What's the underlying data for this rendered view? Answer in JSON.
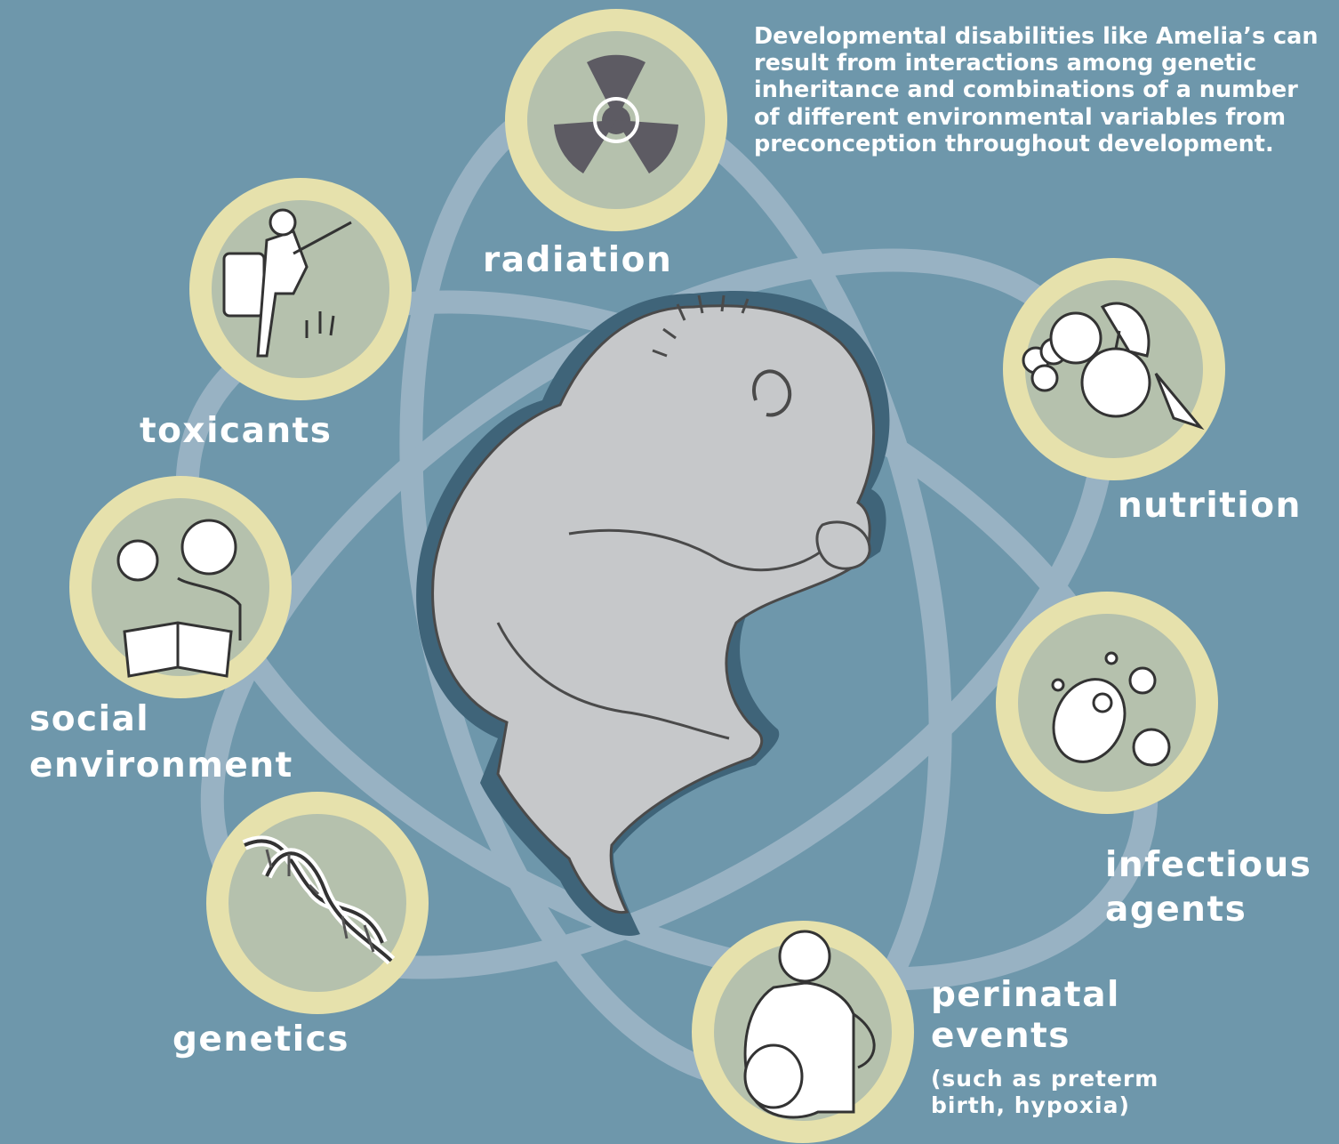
{
  "caption": "Developmental disabilities like Amelia’s can result from interactions among genetic inheritance and combinations of a number of different environmental variables from preconception throughout development.",
  "factors": {
    "radiation": {
      "label": "radiation",
      "icon": "radiation-icon"
    },
    "toxicants": {
      "label": "toxicants",
      "icon": "pesticide-sprayer-icon"
    },
    "social_environment": {
      "label_line1": "social",
      "label_line2": "environment",
      "icon": "parent-reading-child-icon"
    },
    "genetics": {
      "label": "genetics",
      "icon": "dna-helix-icon"
    },
    "nutrition": {
      "label": "nutrition",
      "icon": "fruits-vegetables-icon"
    },
    "infectious_agents": {
      "label_line1": "infectious",
      "label_line2": "agents",
      "icon": "microbes-icon"
    },
    "perinatal_events": {
      "label_line1": "perinatal",
      "label_line2": "events",
      "note_line1": "(such as preterm",
      "note_line2": "birth, hypoxia)",
      "icon": "pregnant-woman-icon"
    }
  },
  "center": {
    "icon": "fetus-icon"
  },
  "colors": {
    "background": "#6e97ab",
    "orbit": "#9bb4c5",
    "circle_ring": "#e6e1ac",
    "circle_inner": "#b5c1ad",
    "fetus_fill": "#c6c8ca",
    "fetus_shadow": "#3f6479",
    "text": "#ffffff"
  }
}
